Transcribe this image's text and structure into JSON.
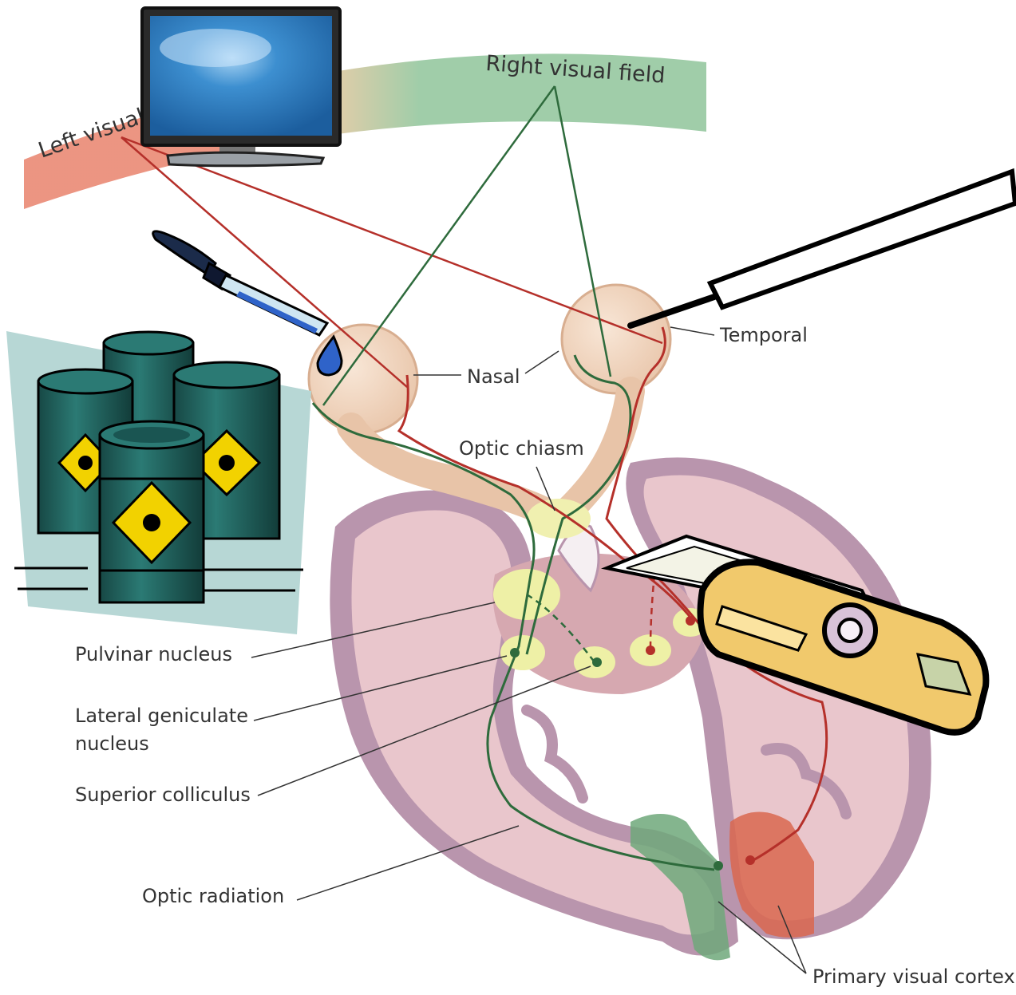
{
  "fields": {
    "left": "Left visual field",
    "right": "Right visual field"
  },
  "labels": {
    "nasal": "Nasal",
    "temporal": "Temporal",
    "optic_chiasm": "Optic chiasm",
    "pulvinar": "Pulvinar nucleus",
    "lgn_line1": "Lateral geniculate",
    "lgn_line2": "nucleus",
    "superior_colliculus": "Superior colliculus",
    "optic_radiation": "Optic radiation",
    "primary_visual_cortex": "Primary visual cortex"
  },
  "colors": {
    "left_field": "#e8826c",
    "right_field": "#8fc49a",
    "left_pathway": "#b5302a",
    "right_pathway": "#2e6b3c",
    "brain_tissue": "#e9c6cc",
    "brain_cortex": "#b995ad",
    "barrel": "#1f5e5a",
    "hazard_sign": "#f2d200",
    "monitor_screen": "#1f6fb0"
  },
  "icons": [
    "monitor-icon",
    "dropper-icon",
    "radioactive-barrels-icon",
    "probe-icon",
    "utility-knife-icon"
  ]
}
